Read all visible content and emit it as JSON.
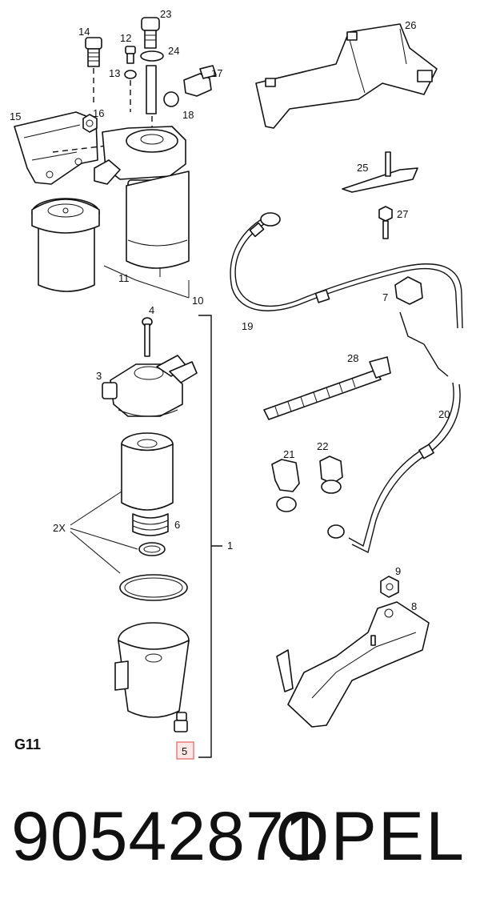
{
  "diagram": {
    "group_code": "G11",
    "callouts": {
      "c1": "1",
      "c2x": "2X",
      "c3": "3",
      "c4": "4",
      "c5": "5",
      "c6": "6",
      "c7": "7",
      "c8": "8",
      "c9": "9",
      "c10": "10",
      "c11": "11",
      "c12": "12",
      "c13": "13",
      "c14": "14",
      "c15": "15",
      "c16": "16",
      "c17": "17",
      "c18": "18",
      "c19": "19",
      "c20": "20",
      "c21": "21",
      "c22": "22",
      "c23": "23",
      "c24": "24",
      "c25": "25",
      "c26": "26",
      "c27": "27",
      "c28": "28"
    },
    "highlighted_callout": "5",
    "highlight_color": "#e06060"
  },
  "footer": {
    "part_number": "90542871",
    "brand": "OPEL"
  }
}
